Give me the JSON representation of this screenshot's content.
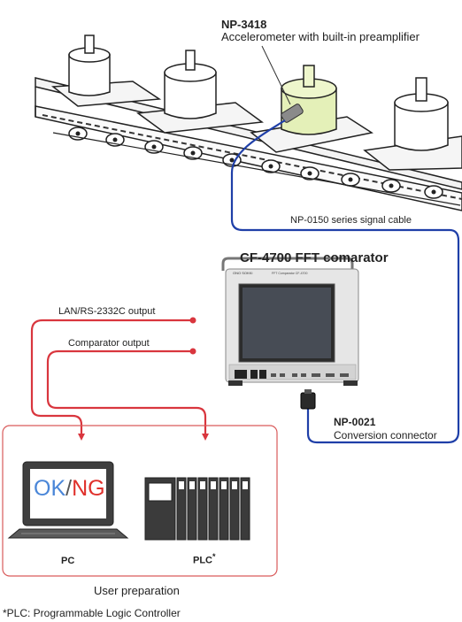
{
  "sensor": {
    "model": "NP-3418",
    "description": "Accelerometer with built-in preamplifier"
  },
  "cable_label": "NP-0150 series signal cable",
  "analyzer": {
    "title": "CF-4700  FFT comarator",
    "brand": "ONO SOKKI",
    "panel_text": "FFT Comparator  CF-4700"
  },
  "outputs": {
    "lan": "LAN/RS-2332C output",
    "comparator": "Comparator output"
  },
  "connector": {
    "model": "NP-0021",
    "description": "Conversion connector"
  },
  "pc": {
    "label": "PC",
    "screen_ok": "OK",
    "screen_sep": "/",
    "screen_ng": "NG"
  },
  "plc": {
    "label": "PLC",
    "mark": "*"
  },
  "user_group_label": "User preparation",
  "footnote": "*PLC: Programmable Logic Controller",
  "colors": {
    "signal_cable": "#1f3fa8",
    "output_wire": "#d9363e",
    "sensor_body": "#e4f0b8",
    "ok_text": "#4a86d8",
    "ng_text": "#e0312c",
    "group_border": "#d95a5a"
  }
}
